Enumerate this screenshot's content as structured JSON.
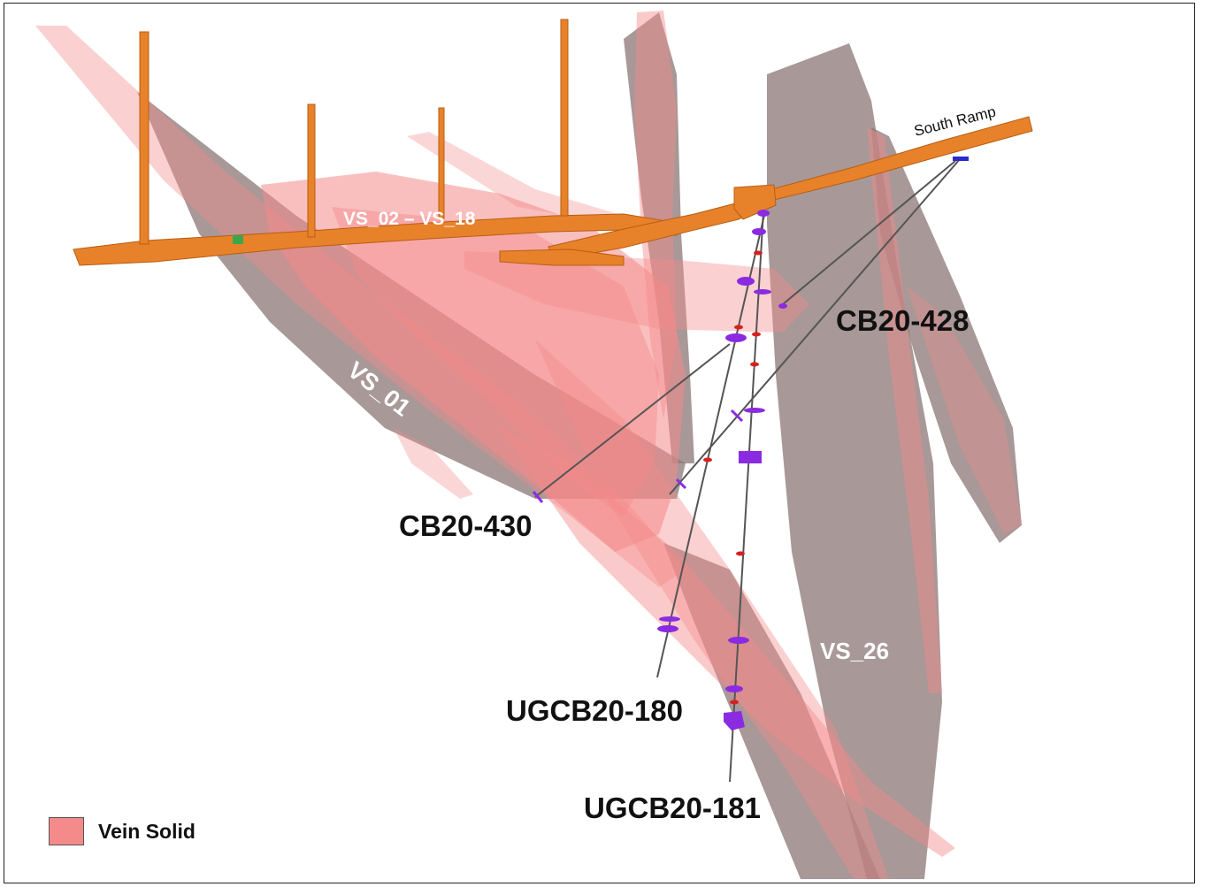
{
  "labels": {
    "south_ramp": "South Ramp",
    "vs_02_18": "VS_02 – VS_18",
    "vs_01": "VS_01",
    "vs_26": "VS_26",
    "cb20_428": "CB20-428",
    "cb20_430": "CB20-430",
    "ugcb20_180": "UGCB20-180",
    "ugcb20_181": "UGCB20-181"
  },
  "legend": {
    "label": "Vein Solid"
  },
  "colors": {
    "vein_solid": "#f48a8a",
    "vein_grey": "#8f7b7b",
    "workings": "#e8822a",
    "drill_trace": "#555555",
    "intercept_purple": "#8a2be2",
    "intercept_red": "#d62020"
  }
}
